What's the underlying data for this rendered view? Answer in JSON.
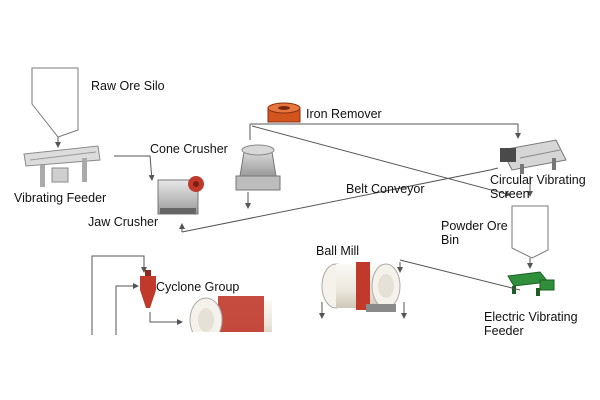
{
  "diagram": {
    "labels": {
      "raw_ore_silo": "Raw Ore Silo",
      "iron_remover": "Iron Remover",
      "cone_crusher": "Cone Crusher",
      "vibrating_feeder": "Vibrating Feeder",
      "belt_conveyor": "Belt Conveyor",
      "circular_vibrating_screen": "Circular Vibrating\nScreen",
      "jaw_crusher": "Jaw Crusher",
      "powder_ore_bin": "Powder Ore\nBin",
      "ball_mill": "Ball Mill",
      "cyclone_group": "Cyclone Group",
      "electric_vibrating_feeder": "Electric Vibrating\nFeeder"
    },
    "colors": {
      "line": "#555555",
      "outline": "#7a7a7a",
      "mill_red": "#c0392b",
      "mill_body": "#f2efe8",
      "feeder_green": "#2f8f3a",
      "remover_orange": "#d2551e"
    }
  }
}
